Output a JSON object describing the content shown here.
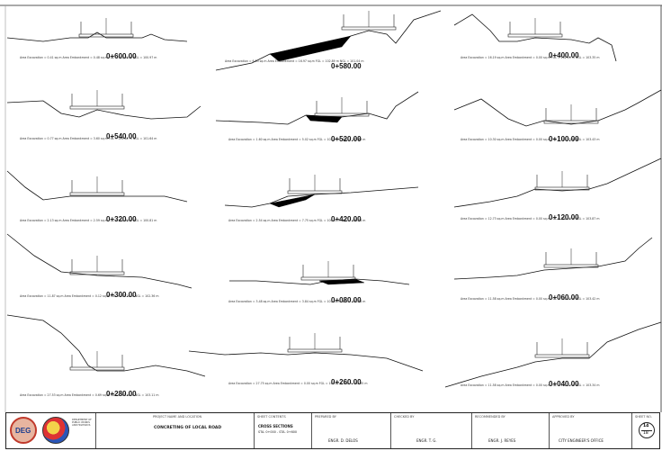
{
  "sheet": {
    "sections": [
      {
        "id": "s1",
        "station": "0+600.00",
        "text_dense": "Area Excavation = 0.41 sq.m  Area Embankment = 0.48 sq.m  FGL = 101.94 m  NGL = 100.97 m"
      },
      {
        "id": "s2",
        "station": "0+580.00",
        "text_dense": "Area Excavation = 6.53 sq.m  Area Embankment = 16.97 sq.m  FGL = 102.89 m  NGL = 101.04 m"
      },
      {
        "id": "s3",
        "station": "0+400.00",
        "text_dense": "Area Excavation = 16.19 sq.m  Area Embankment = 0.00 sq.m  FGL = 102.10 m  NGL = 103.35 m"
      },
      {
        "id": "s4",
        "station": "0+540.00",
        "text_dense": "Area Excavation = 0.77 sq.m  Area Embankment = 3.60 sq.m  FGL = 101.81 m  NGL = 101.64 m"
      },
      {
        "id": "s5",
        "station": "0+520.00",
        "text_dense": "Area Excavation = 1.60 sq.m  Area Embankment = 5.02 sq.m  FGL = 103.07 m  NGL = 102.66 m"
      },
      {
        "id": "s6",
        "station": "0+100.00",
        "text_dense": "Area Excavation = 10.30 sq.m  Area Embankment = 0.00 sq.m  FGL = 102.40 m  NGL = 103.43 m"
      },
      {
        "id": "s7",
        "station": "0+320.00",
        "text_dense": "Area Excavation = 2.13 sq.m  Area Embankment = 2.59 sq.m  FGL = 100.90 m  NGL = 100.81 m"
      },
      {
        "id": "s8",
        "station": "0+420.00",
        "text_dense": "Area Excavation = 2.54 sq.m  Area Embankment = 7.75 sq.m  FGL = 100.97 m  NGL = 100.24 m"
      },
      {
        "id": "s9",
        "station": "0+120.00",
        "text_dense": "Area Excavation = 12.73 sq.m  Area Embankment = 0.00 sq.m  FGL = 102.56 m  NGL = 103.87 m"
      },
      {
        "id": "s10",
        "station": "0+300.00",
        "text_dense": "Area Excavation = 11.87 sq.m  Area Embankment = 0.12 sq.m  FGL = 101.26 m  NGL = 102.36 m"
      },
      {
        "id": "s11",
        "station": "0+080.00",
        "text_dense": "Area Excavation = 3.48 sq.m  Area Embankment = 3.84 sq.m  FGL = 101.95 m  NGL = 101.36 m"
      },
      {
        "id": "s12",
        "station": "0+060.00",
        "text_dense": "Area Excavation = 11.58 sq.m  Area Embankment = 0.00 sq.m  FGL = 102.60 m  NGL = 103.42 m"
      },
      {
        "id": "s13",
        "station": "0+280.00",
        "text_dense": "Area Excavation = 27.53 sq.m  Area Embankment = 0.69 sq.m  FGL = 101.40 m  NGL = 103.11 m"
      },
      {
        "id": "s14",
        "station": "0+260.00",
        "text_dense": "Area Excavation = 27.75 sq.m  Area Embankment = 0.00 sq.m  FGL = 101.62 m  NGL = 102.95 m"
      },
      {
        "id": "s15",
        "station": "0+040.00",
        "text_dense": "Area Excavation = 11.58 sq.m  Area Embankment = 0.00 sq.m  FGL = 102.42 m  NGL = 103.34 m"
      }
    ]
  },
  "titleblock": {
    "agency": "DEPARTMENT OF PUBLIC WORKS AND HIGHWAYS",
    "logo1": "DEG",
    "project_head": "PROJECT NAME AND LOCATION",
    "project": "CONCRETING OF LOCAL ROAD",
    "sheet_contents_head": "SHEET CONTENTS",
    "sheet_contents": "CROSS SECTIONS",
    "sheet_contents_sub": "STA. 0+000 - STA. 0+600",
    "prepared_head": "PREPARED BY",
    "prepared": "ENGR. D. DELOS",
    "checked_head": "CHECKED BY",
    "checked": "ENGR. T. G.",
    "recommended_head": "RECOMMENDED BY",
    "recommended": "ENGR. J. REYES",
    "approved_head": "APPROVED BY",
    "approved": "CITY ENGINEER'S OFFICE",
    "sheet_no_head": "SHEET NO.",
    "sheet_no": "14",
    "sheet_total": "18"
  },
  "colors": {
    "ink": "#111111",
    "fill": "#000000",
    "paper": "#ffffff"
  }
}
